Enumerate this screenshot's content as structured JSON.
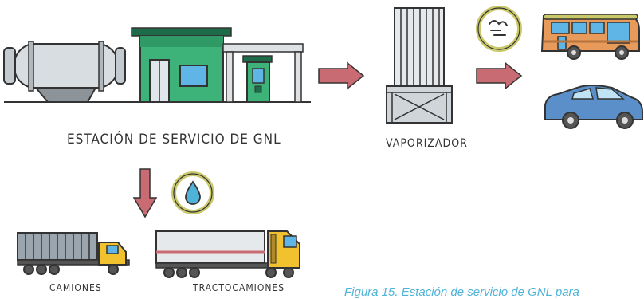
{
  "labels": {
    "station": "ESTACIÓN DE SERVICIO DE GNL",
    "vaporizer": "VAPORIZADOR",
    "trucks": "CAMIONES",
    "tractor_trucks": "TRACTOCAMIONES"
  },
  "caption": "Figura 15. Estación de servicio de GNL para",
  "colors": {
    "arrow": "#c96b72",
    "building_green": "#3db37a",
    "dark_green": "#1e6b4a",
    "tank_gray": "#d7dde1",
    "bus_orange": "#e89a5a",
    "car_blue": "#5b8fc9",
    "icon_yellow_ring": "#c9c86a",
    "caption_blue": "#4fb3d9"
  },
  "icons": [
    "gas-icon",
    "liquid-drop-icon"
  ]
}
